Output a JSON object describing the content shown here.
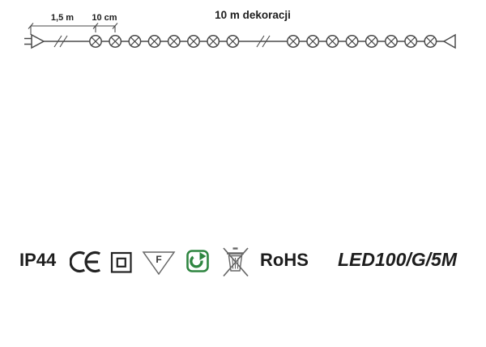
{
  "page": {
    "background": "#ffffff"
  },
  "diagram": {
    "title": "10 m dekoracji",
    "lead_length_label": "1,5 m",
    "spacing_label": "10 cm",
    "lamps_before_break": 8,
    "lamps_after_break": 8,
    "total_lamps_shown": 16
  },
  "certifications": {
    "ip_rating": "IP44",
    "f_mark_letter": "F",
    "rohs_label": "RoHS",
    "model_number": "LED100/G/5M",
    "icons": [
      "ce-mark-icon",
      "double-insulation-icon",
      "f-mark-icon",
      "recycling-arrow-icon",
      "weee-crossed-bin-icon"
    ]
  },
  "colors": {
    "line": "#4a4a4a",
    "text": "#1d1d1d",
    "green": "#2e8540",
    "icon_gray": "#666666"
  }
}
